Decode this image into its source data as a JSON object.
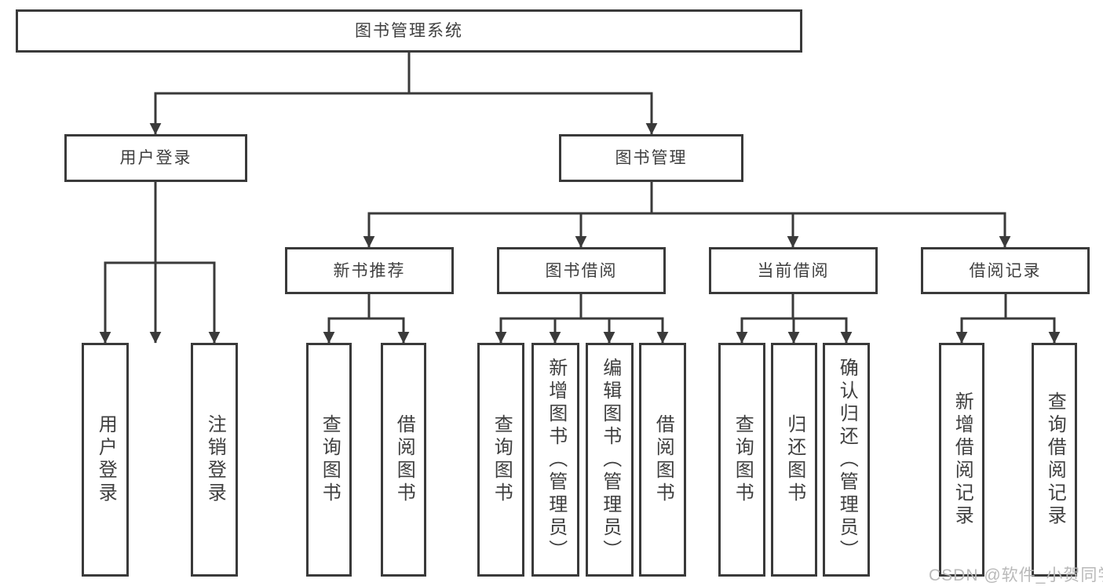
{
  "diagram": {
    "title": "图书管理系统",
    "root": {
      "label": "图书管理系统"
    },
    "branches": [
      {
        "label": "用户登录",
        "children": [
          {
            "label": "用户登录"
          },
          {
            "label": "注销登录"
          }
        ]
      },
      {
        "label": "图书管理",
        "children": [
          {
            "label": "新书推荐",
            "children": [
              {
                "label": "查询图书"
              },
              {
                "label": "借阅图书"
              }
            ]
          },
          {
            "label": "图书借阅",
            "children": [
              {
                "label": "查询图书"
              },
              {
                "label": "新增图书（管理员）"
              },
              {
                "label": "编辑图书（管理员）"
              },
              {
                "label": "借阅图书"
              }
            ]
          },
          {
            "label": "当前借阅",
            "children": [
              {
                "label": "查询图书"
              },
              {
                "label": "归还图书"
              },
              {
                "label": "确认归还（管理员）"
              }
            ]
          },
          {
            "label": "借阅记录",
            "children": [
              {
                "label": "新增借阅记录"
              },
              {
                "label": "查询借阅记录"
              }
            ]
          }
        ]
      }
    ]
  },
  "watermark": {
    "text": "CSDN @软件_小贺同学"
  },
  "colors": {
    "line": "#3a3a3a",
    "text": "#3f3f3f",
    "background": "#ffffff",
    "watermark": "#b9b9b9"
  }
}
